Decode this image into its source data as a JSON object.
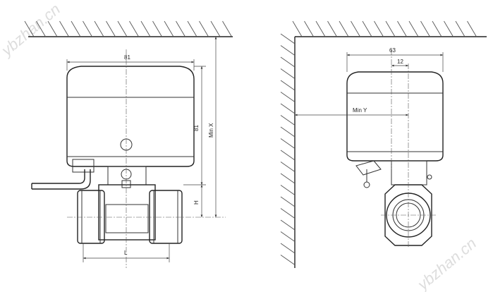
{
  "watermark": "ybzhan.cn",
  "side_view": {
    "width_dim": "81",
    "height_dim": "81",
    "min_x": "Min X",
    "h_dim": "H",
    "l_dim": "L"
  },
  "front_view": {
    "width_dim": "63",
    "offset_dim": "12",
    "min_y": "Min Y"
  }
}
